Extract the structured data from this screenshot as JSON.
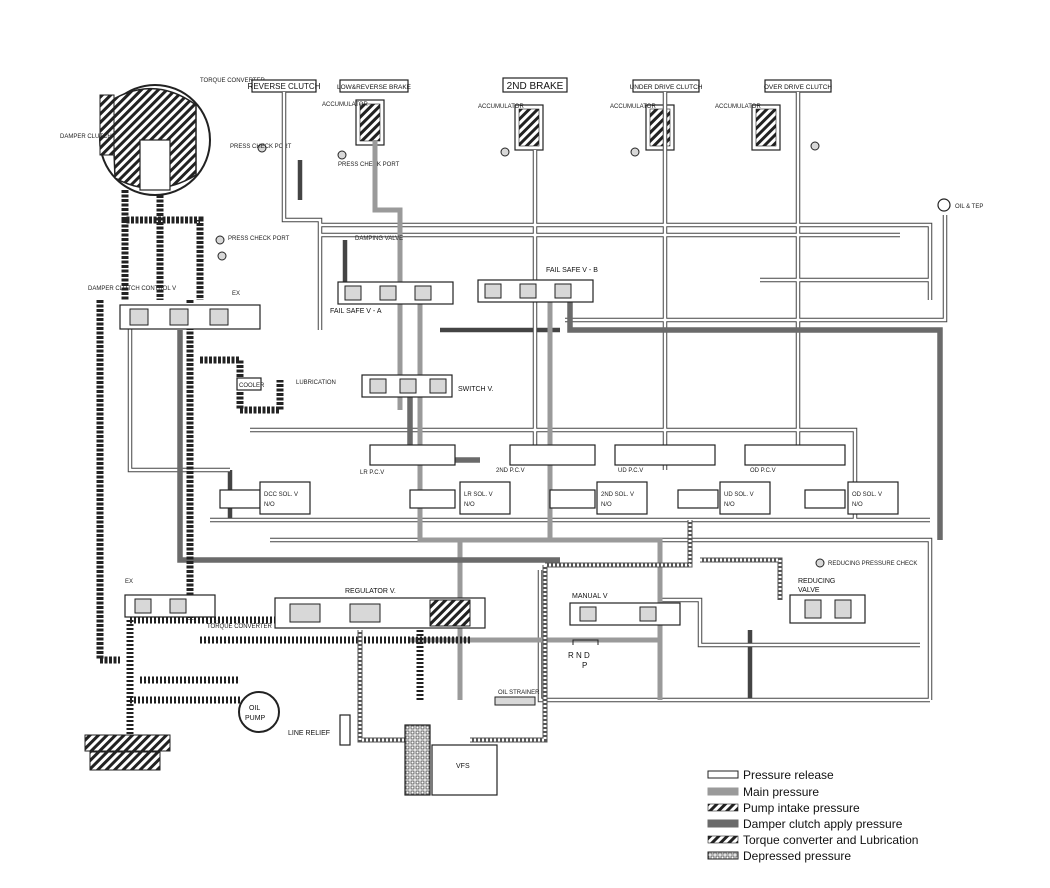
{
  "boxes": {
    "reverse_clutch": "REVERSE CLUTCH",
    "low_reverse_brake": "LOW&REVERSE BRAKE",
    "second_brake": "2ND BRAKE",
    "under_drive_clutch": "UNDER DRIVE CLUTCH",
    "over_drive_clutch": "OVER DRIVE CLUTCH"
  },
  "labels": {
    "torque_converter": "TORQUE CONVERTER",
    "damper_clutch": "DAMPER CLUTCH",
    "press_check_port": "PRESS CHECK PORT",
    "press_check_port_2": "PRESS CHECK PORT",
    "damper_clutch_control_v": "DAMPER CLUTCH CONTROL V",
    "accumulator_1": "ACCUMULATOR",
    "accumulator_2": "ACCUMULATOR",
    "accumulator_3": "ACCUMULATOR",
    "accumulator_4": "ACCUMULATOR",
    "damping_valve": "DAMPING VALVE",
    "fail_safe_a": "FAIL SAFE V - A",
    "fail_safe_b": "FAIL SAFE V - B",
    "switch_v": "SWITCH  V.",
    "cooler": "COOLER",
    "lubrication": "LUBRICATION",
    "lr_pcv": "LR P.C.V",
    "second_pcv": "2ND P.C.V",
    "ud_pcv": "UD P.C.V",
    "od_pcv": "OD P.C.V",
    "dcc_sol": "DCC SOL. V",
    "dcc_sol_no": "N/O",
    "lr_sol": "LR SOL. V",
    "lr_sol_no": "N/O",
    "second_sol": "2ND SOL. V",
    "second_sol_no": "N/O",
    "ud_sol": "UD SOL. V",
    "ud_sol_no": "N/O",
    "od_sol": "OD SOL. V",
    "od_sol_no": "N/O",
    "regulator_v": "REGULATOR  V.",
    "torque_converter_v": "TORQUE CONVERTER",
    "manual_v": "MANUAL  V",
    "rnd": "R N D",
    "p": "P",
    "reducing_valve": "REDUCING VALVE",
    "reducing_check": "REDUCING PRESSURE CHECK",
    "oil_strainer": "OIL STRAINER",
    "oil_pump": "OIL PUMP",
    "line_relief": "LINE RELIEF",
    "vfs": "VFS",
    "ex": "EX",
    "oil_temp": "OIL & TEP"
  },
  "legend": [
    {
      "key": "release",
      "label": "Pressure release"
    },
    {
      "key": "main",
      "label": "Main pressure"
    },
    {
      "key": "pump",
      "label": "Pump intake pressure"
    },
    {
      "key": "damper",
      "label": "Damper clutch apply pressure"
    },
    {
      "key": "tcl",
      "label": "Torque converter and Lubrication"
    },
    {
      "key": "depressed",
      "label": "Depressed pressure"
    }
  ],
  "colors": {
    "main": "#9a9a9a",
    "damper": "#6a6a6a",
    "release": "#444444"
  }
}
